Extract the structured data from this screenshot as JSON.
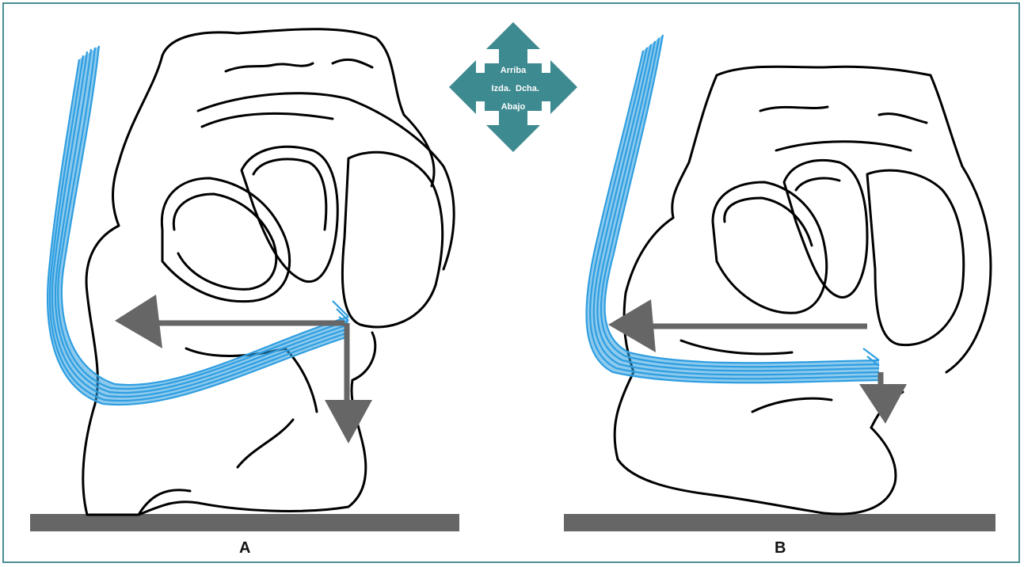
{
  "compass": {
    "up": "Arriba",
    "left": "Izda.",
    "right": "Dcha.",
    "down": "Abajo"
  },
  "panels": [
    {
      "label": "A"
    },
    {
      "label": "B"
    }
  ],
  "colors": {
    "frame": "#4a8f94",
    "compass": "#3d8a90",
    "tendon": "#2f9ee0",
    "force_arrow": "#666666",
    "ground": "#666666",
    "bone_outline": "#000000"
  }
}
